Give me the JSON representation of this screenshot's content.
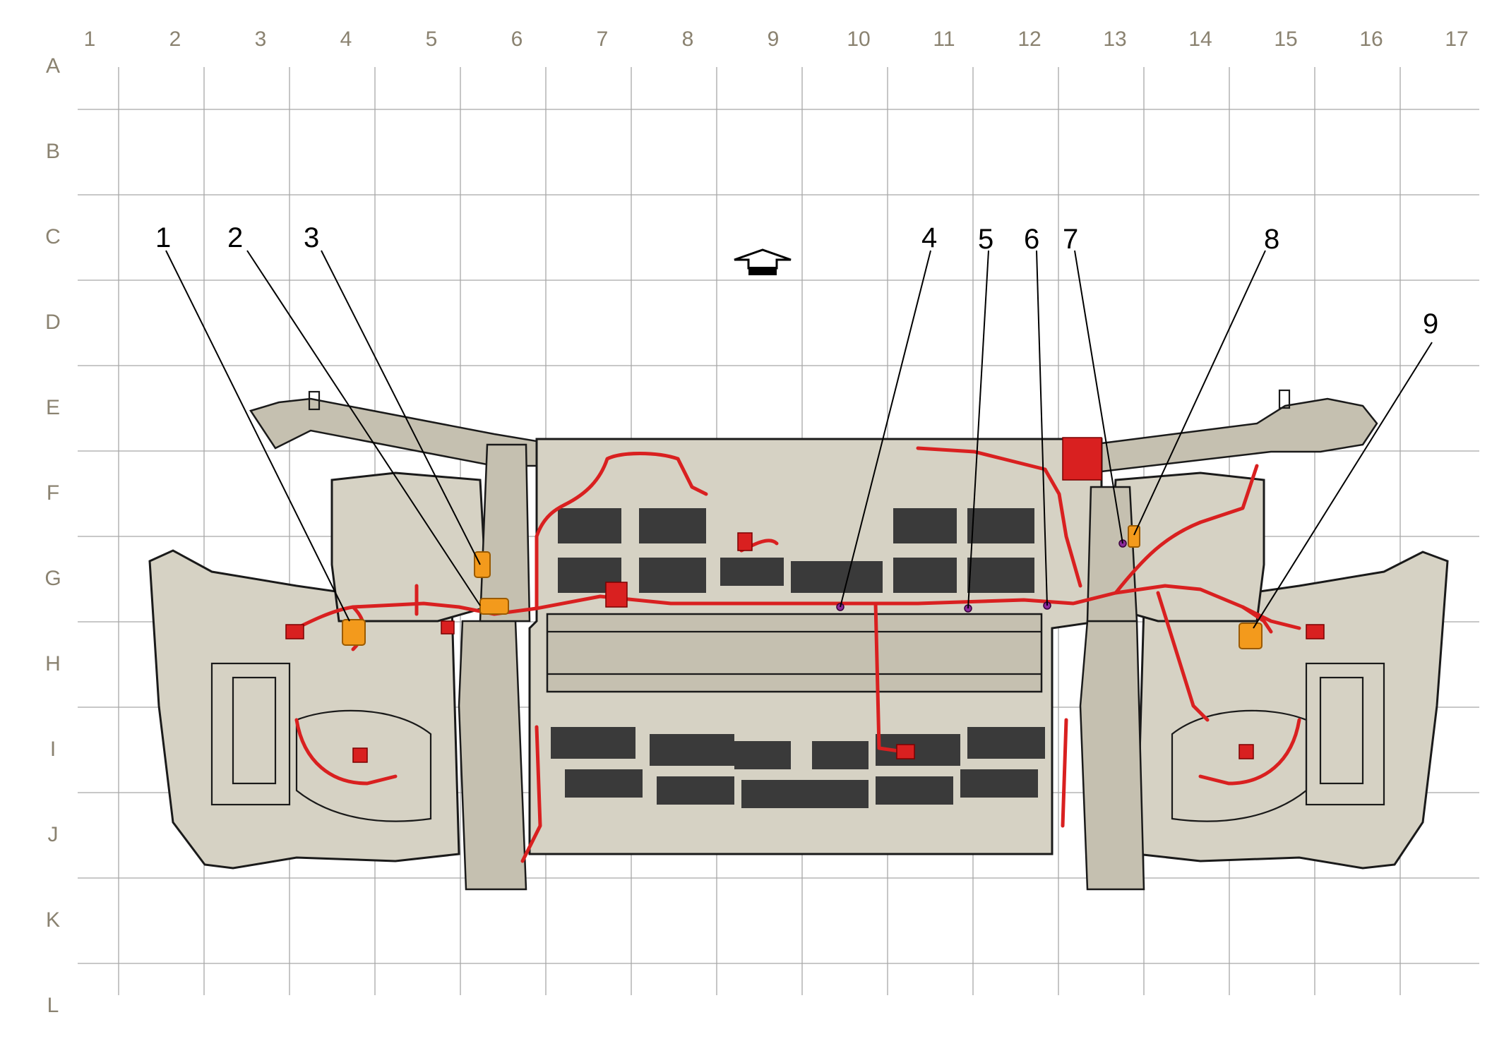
{
  "grid": {
    "columns": [
      "1",
      "2",
      "3",
      "4",
      "5",
      "6",
      "7",
      "8",
      "9",
      "10",
      "11",
      "12",
      "13",
      "14",
      "15",
      "16",
      "17"
    ],
    "rows": [
      "A",
      "B",
      "C",
      "D",
      "E",
      "F",
      "G",
      "H",
      "I",
      "J",
      "K",
      "L"
    ]
  },
  "callouts": [
    {
      "label": "1"
    },
    {
      "label": "2"
    },
    {
      "label": "3"
    },
    {
      "label": "4"
    },
    {
      "label": "5"
    },
    {
      "label": "6"
    },
    {
      "label": "7"
    },
    {
      "label": "8"
    },
    {
      "label": "9"
    }
  ],
  "icons": {
    "direction_arrow": "up-arrow-icon"
  },
  "colors": {
    "harness": "#d92020",
    "connector_highlight": "#f39a1c",
    "ground_point": "#8a2a9a",
    "body": "#d6d2c4",
    "grid": "#a8a8a8"
  }
}
